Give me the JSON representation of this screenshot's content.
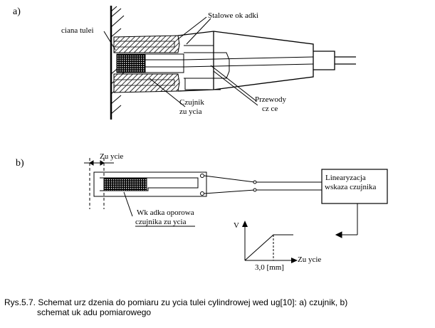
{
  "panel_a": {
    "label": "a)",
    "label_wall": "ciana tulei",
    "label_rings": "Stalowe ok adki",
    "label_sensor_line1": "Czujnik",
    "label_sensor_line2": "zu ycia",
    "label_wires_line1": "Przewody",
    "label_wires_line2": "cz ce"
  },
  "panel_b": {
    "label": "b)",
    "label_wear_top": "Zu ycie",
    "label_element_line1": "Wk adka oporowa",
    "label_element_line2": "czujnika zu ycia",
    "box_line1": "Linearyzacja",
    "box_line2": "wskaza  czujnika"
  },
  "graph": {
    "y_label": "V",
    "x_label": "Zu ycie",
    "x_mark": "3,0 [mm]"
  },
  "caption": {
    "line1": "Rys.5.7. Schemat urz  dzenia do pomiaru zu  ycia tulei cylindrowej wed ug[10]: a) czujnik, b)",
    "line2": "schemat uk adu pomiarowego"
  }
}
